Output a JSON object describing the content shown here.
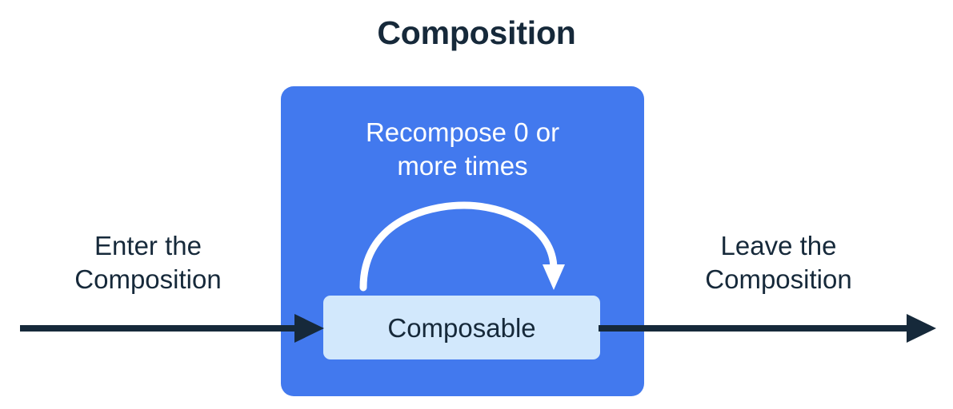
{
  "diagram": {
    "title": "Composition",
    "type": "flow-diagram",
    "colors": {
      "background": "#ffffff",
      "ink": "#16293a",
      "composition_fill": "#4279ee",
      "composable_fill": "#d2e8fc",
      "loop_arrow": "#ffffff",
      "flow_arrow": "#16293a"
    },
    "composition_box": {
      "name": "Composition",
      "recompose_caption_line1": "Recompose 0 or",
      "recompose_caption_line2": "more times",
      "recompose_caption": "Recompose 0 or more times",
      "loop_arrow_label": "recompose-loop-arrow"
    },
    "composable_box": {
      "label": "Composable"
    },
    "flows": [
      {
        "id": "enter",
        "caption_line1": "Enter the",
        "caption_line2": "Composition",
        "caption": "Enter the Composition",
        "direction": "right",
        "arrow_name": "enter-composition-arrow"
      },
      {
        "id": "leave",
        "caption_line1": "Leave the",
        "caption_line2": "Composition",
        "caption": "Leave the Composition",
        "direction": "right",
        "arrow_name": "leave-composition-arrow"
      }
    ]
  }
}
